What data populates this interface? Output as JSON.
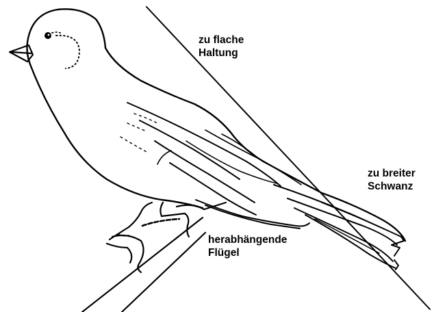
{
  "labels": {
    "flat_posture": {
      "line1": "zu flache",
      "line2": "Haltung"
    },
    "wide_tail": {
      "line1": "zu breiter",
      "line2": "Schwanz"
    },
    "hanging_wings": {
      "line1": "herabhängende",
      "line2": "Flügel"
    }
  },
  "colors": {
    "ink": "#000000",
    "background": "#ffffff"
  },
  "icons": {
    "figure": "canary-bird-line-drawing"
  }
}
